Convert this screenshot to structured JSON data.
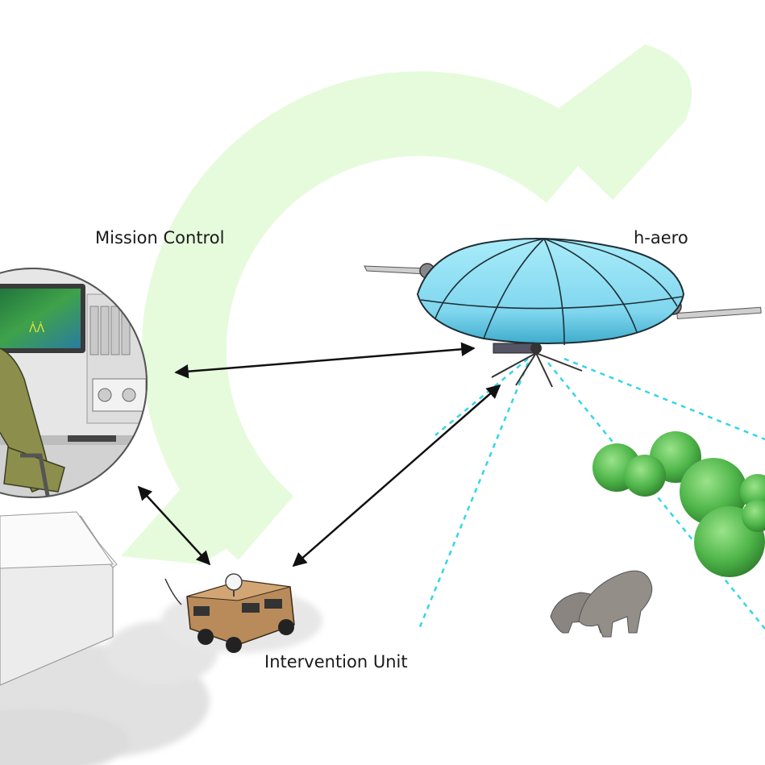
{
  "labels": {
    "mission_control": "Mission Control",
    "h_aero": "h-aero",
    "intervention_unit": "Intervention Unit"
  },
  "colors": {
    "background_logo": "#e6fbdc",
    "airship_body": "#86dcf0",
    "airship_shadow": "#4bb7d6",
    "sensor_beams": "#33d6e6",
    "link_arrows": "#111111",
    "vegetation": "#4fb64a",
    "vehicle": "#b98b5a",
    "rhino": "#8a8580"
  },
  "icons": {
    "mission_control": "operator-at-monitor-icon",
    "airship": "airship-icon",
    "vehicle": "vehicle-icon",
    "rhino": "rhino-icon",
    "bushes": "bush-icon"
  }
}
